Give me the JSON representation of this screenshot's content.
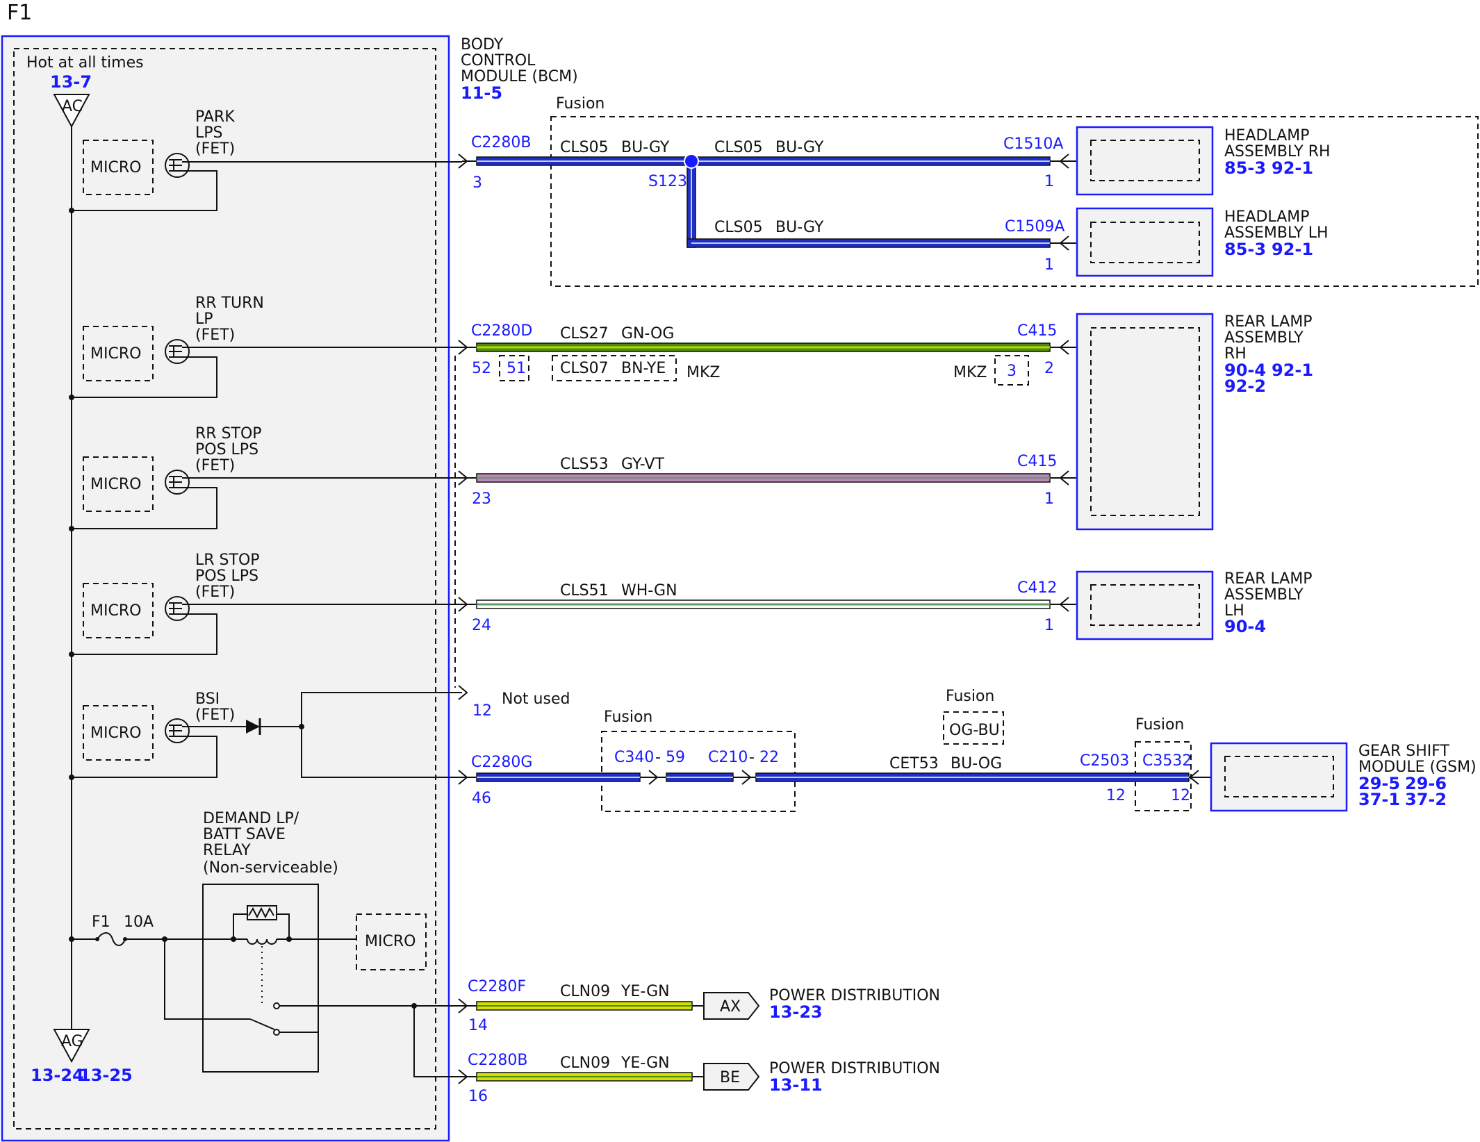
{
  "page": {
    "label": "F1"
  },
  "bcm": {
    "title": [
      "BODY",
      "CONTROL",
      "MODULE (BCM)"
    ],
    "ref": "11-5",
    "hot": "Hot at all times",
    "hot_ref": "13-7",
    "ac": "AC",
    "ag": "AG",
    "ag_refs": [
      "13-24",
      "13-25"
    ],
    "micro": "MICRO",
    "fet_labels": [
      [
        "PARK",
        "LPS",
        "(FET)"
      ],
      [
        "RR TURN",
        "LP",
        "(FET)"
      ],
      [
        "RR STOP",
        "POS LPS",
        "(FET)"
      ],
      [
        "LR STOP",
        "POS LPS",
        "(FET)"
      ],
      [
        "BSI",
        "(FET)"
      ]
    ],
    "relay_label": [
      "DEMAND LP/",
      "BATT SAVE",
      "RELAY",
      "(Non-serviceable)"
    ],
    "fuse": "F1",
    "fuse_rating": "10A"
  },
  "fusion": "Fusion",
  "mkz": "MKZ",
  "not_used": "Not used",
  "wires": {
    "headlamps": {
      "connector": "C2280B",
      "pin": "3",
      "splice": "S123",
      "color": "#1f2fc4",
      "seg1": [
        "CLS05",
        "BU-GY"
      ],
      "seg2": [
        "CLS05",
        "BU-GY"
      ],
      "seg3": [
        "CLS05",
        "BU-GY"
      ],
      "rh_connector": "C1510A",
      "rh_pin": "1",
      "lh_connector": "C1509A",
      "lh_pin": "1"
    },
    "rr_turn": {
      "connector": "C2280D",
      "pin": "52",
      "alt_pin": "51",
      "circuit": [
        "CLS27",
        "GN-OG"
      ],
      "alt_circuit": [
        "CLS07",
        "BN-YE"
      ],
      "color": "#4a8a12",
      "dest_connector": "C415",
      "dest_pin": "2",
      "alt_dest_pin": "3"
    },
    "rr_stop": {
      "pin": "23",
      "circuit": [
        "CLS53",
        "GY-VT"
      ],
      "color": "#b98ab9",
      "dest_connector": "C415",
      "dest_pin": "1"
    },
    "lr_stop": {
      "pin": "24",
      "circuit": [
        "CLS51",
        "WH-GN"
      ],
      "color": "#9ac89a",
      "dest_connector": "C412",
      "dest_pin": "1"
    },
    "not_used_pin": "12",
    "bsi": {
      "connector": "C2280G",
      "pin": "46",
      "inline1": "C340",
      "inline1_pin": "59",
      "inline2": "C210",
      "inline2_pin": "22",
      "alt_color": "OG-BU",
      "circuit": [
        "CET53",
        "BU-OG"
      ],
      "color": "#1f2fc4",
      "c2503": "C2503",
      "c2503_pin": "12",
      "c3532": "C3532",
      "c3532_pin": "12"
    },
    "pd1": {
      "connector": "C2280F",
      "pin": "14",
      "circuit": [
        "CLN09",
        "YE-GN"
      ],
      "color": "#d8e000",
      "tag": "AX"
    },
    "pd2": {
      "connector": "C2280B",
      "pin": "16",
      "circuit": [
        "CLN09",
        "YE-GN"
      ],
      "color": "#d8e000",
      "tag": "BE"
    }
  },
  "components": {
    "hl_rh": {
      "name": [
        "HEADLAMP",
        "ASSEMBLY RH"
      ],
      "refs": [
        "85-3",
        "92-1"
      ]
    },
    "hl_lh": {
      "name": [
        "HEADLAMP",
        "ASSEMBLY LH"
      ],
      "refs": [
        "85-3",
        "92-1"
      ]
    },
    "rl_rh": {
      "name": [
        "REAR LAMP",
        "ASSEMBLY",
        "RH"
      ],
      "refs": [
        "90-4",
        "92-1",
        "92-2"
      ]
    },
    "rl_lh": {
      "name": [
        "REAR LAMP",
        "ASSEMBLY",
        "LH"
      ],
      "refs": [
        "90-4"
      ]
    },
    "gsm": {
      "name": [
        "GEAR SHIFT",
        "MODULE (GSM)"
      ],
      "refs": [
        "29-5",
        "29-6",
        "37-1",
        "37-2"
      ]
    },
    "pd1": {
      "name": "POWER DISTRIBUTION",
      "ref": "13-23"
    },
    "pd2": {
      "name": "POWER DISTRIBUTION",
      "ref": "13-11"
    }
  }
}
